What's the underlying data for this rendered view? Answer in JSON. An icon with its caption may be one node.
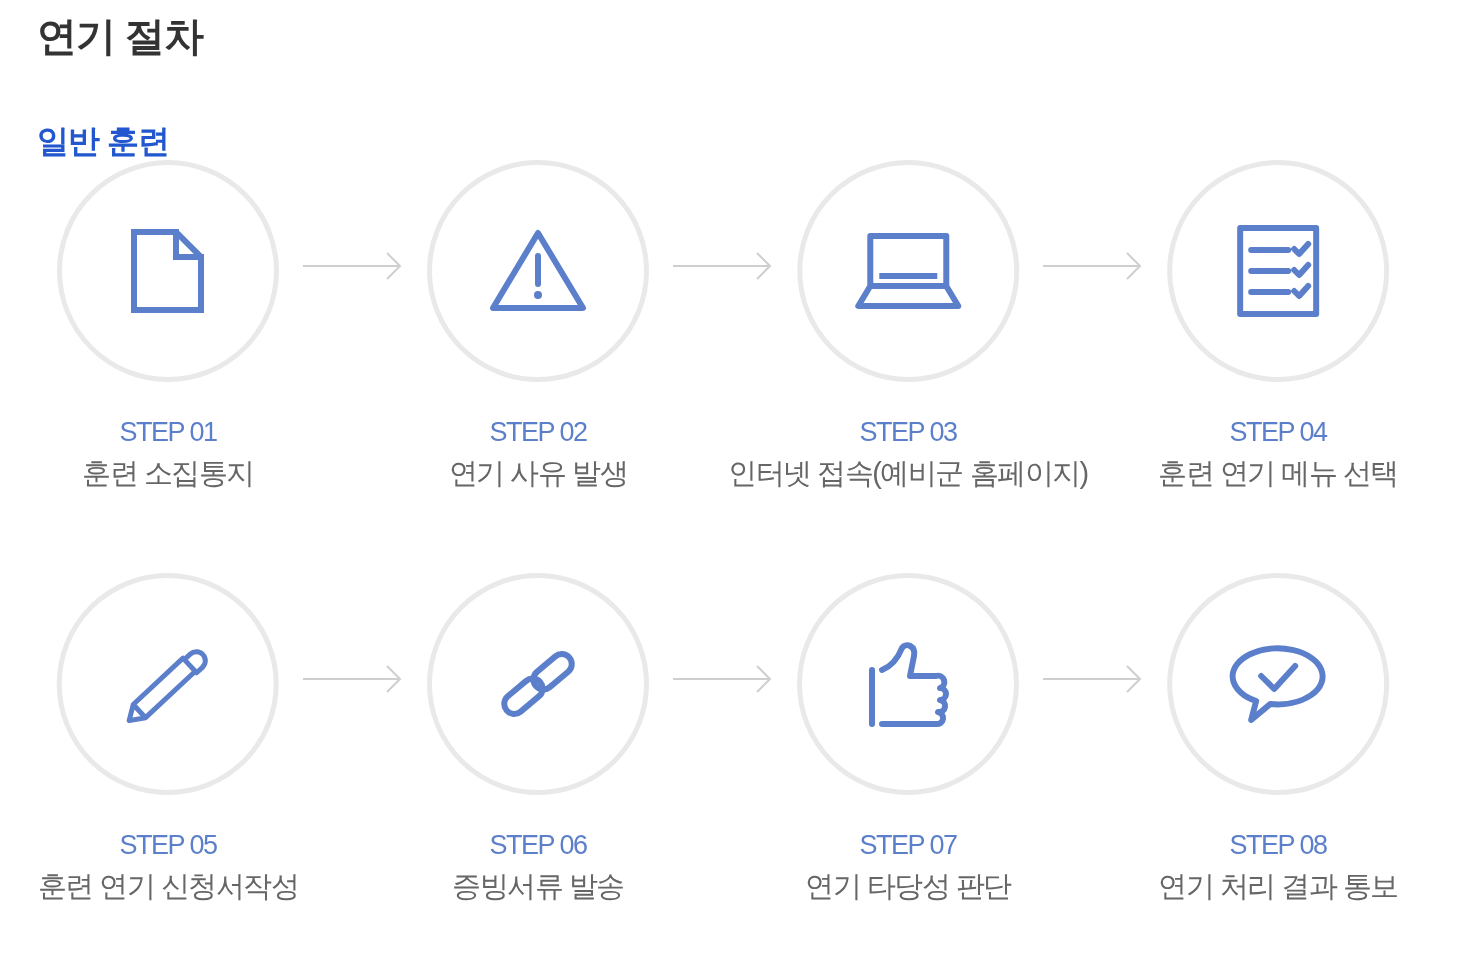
{
  "diagram": {
    "title": "연기 절차",
    "nodes": [
      {
        "text": [
          "STEP 01",
          "훈련 소집통지"
        ]
      },
      {
        "text": [
          "STEP 02",
          "연기 사유 발생"
        ]
      },
      {
        "text": [
          "STEP 03",
          "인터넷 접속(예비군 홈페이지)"
        ]
      },
      {
        "text": [
          "STEP 04",
          "훈련 연기 메뉴 선택"
        ]
      },
      {
        "text": [
          "STEP 05",
          "훈련 연기 신청서작성"
        ]
      },
      {
        "text": [
          "STEP 06",
          "증빙서류 발송"
        ]
      },
      {
        "text": [
          "STEP 07",
          "연기 타당성 판단"
        ]
      },
      {
        "text": [
          "STEP 08",
          "연기 처리 결과 통보"
        ]
      }
    ],
    "edges": [
      {
        "from": 0,
        "to": 1,
        "arrow": "to"
      },
      {
        "from": 1,
        "to": 2,
        "arrow": "to"
      },
      {
        "from": 2,
        "to": 3,
        "arrow": "to"
      },
      {
        "from": 4,
        "to": 5,
        "arrow": "to"
      },
      {
        "from": 5,
        "to": 6,
        "arrow": "to"
      },
      {
        "from": 6,
        "to": 7,
        "arrow": "to"
      }
    ],
    "labels": [
      "일반 훈련"
    ]
  }
}
